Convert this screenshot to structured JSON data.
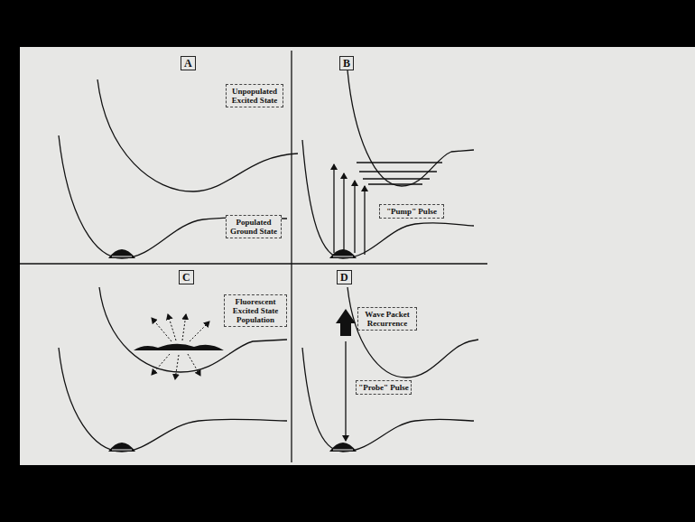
{
  "diagram": {
    "nodes": [
      {
        "text": [
          "A"
        ]
      },
      {
        "text": [
          "Unpopulated Excited State"
        ]
      },
      {
        "text": [
          "Populated Ground State"
        ]
      },
      {
        "text": [
          "B"
        ]
      },
      {
        "text": [
          "\"Pump\" Pulse"
        ]
      },
      {
        "text": [
          "C"
        ]
      },
      {
        "text": [
          "Fluorescent Excited State Population"
        ]
      },
      {
        "text": [
          "D"
        ]
      },
      {
        "text": [
          "Wave Packet Recurrence"
        ]
      },
      {
        "text": [
          "\"Probe\" Pulse"
        ]
      }
    ]
  }
}
